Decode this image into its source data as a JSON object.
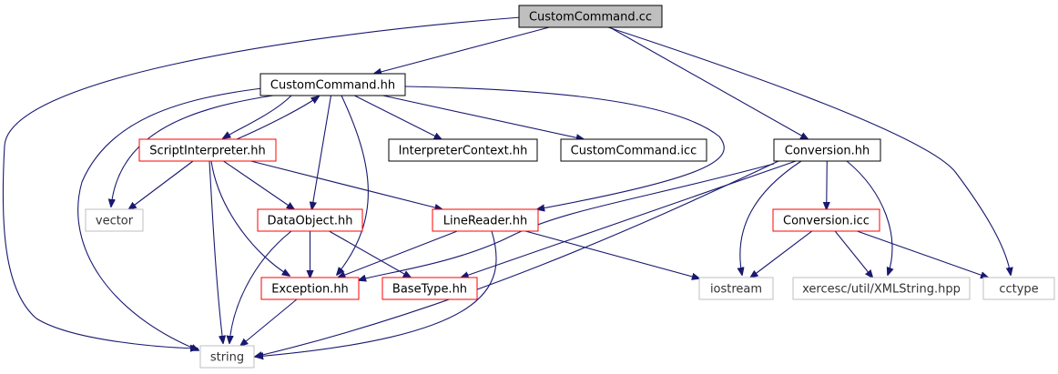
{
  "colors": {
    "root_fill": "#bfbfbf",
    "root_stroke": "#000000",
    "local_stroke": "#000000",
    "red_stroke": "#ff0000",
    "external_stroke": "#bfbfbf",
    "edge": "#191970"
  },
  "nodes": [
    {
      "id": "customcommand_cc",
      "label": "CustomCommand.cc",
      "style": "root"
    },
    {
      "id": "customcommand_hh",
      "label": "CustomCommand.hh",
      "style": "local"
    },
    {
      "id": "scriptinterpreter_hh",
      "label": "ScriptInterpreter.hh",
      "style": "red"
    },
    {
      "id": "interpretercontext_hh",
      "label": "InterpreterContext.hh",
      "style": "local"
    },
    {
      "id": "customcommand_icc",
      "label": "CustomCommand.icc",
      "style": "local"
    },
    {
      "id": "conversion_hh",
      "label": "Conversion.hh",
      "style": "local"
    },
    {
      "id": "vector",
      "label": "vector",
      "style": "external"
    },
    {
      "id": "dataobject_hh",
      "label": "DataObject.hh",
      "style": "red"
    },
    {
      "id": "linereader_hh",
      "label": "LineReader.hh",
      "style": "red"
    },
    {
      "id": "conversion_icc",
      "label": "Conversion.icc",
      "style": "red"
    },
    {
      "id": "exception_hh",
      "label": "Exception.hh",
      "style": "red"
    },
    {
      "id": "basetype_hh",
      "label": "BaseType.hh",
      "style": "red"
    },
    {
      "id": "iostream",
      "label": "iostream",
      "style": "external"
    },
    {
      "id": "xmlstring_hpp",
      "label": "xercesc/util/XMLString.hpp",
      "style": "external"
    },
    {
      "id": "cctype",
      "label": "cctype",
      "style": "external"
    },
    {
      "id": "string",
      "label": "string",
      "style": "external"
    }
  ],
  "edges": [
    {
      "from": "customcommand_cc",
      "to": "customcommand_hh"
    },
    {
      "from": "customcommand_cc",
      "to": "string"
    },
    {
      "from": "customcommand_cc",
      "to": "conversion_hh"
    },
    {
      "from": "customcommand_cc",
      "to": "cctype"
    },
    {
      "from": "customcommand_hh",
      "to": "scriptinterpreter_hh"
    },
    {
      "from": "scriptinterpreter_hh",
      "to": "customcommand_hh"
    },
    {
      "from": "customcommand_hh",
      "to": "vector"
    },
    {
      "from": "customcommand_hh",
      "to": "string"
    },
    {
      "from": "customcommand_hh",
      "to": "dataobject_hh"
    },
    {
      "from": "customcommand_hh",
      "to": "exception_hh"
    },
    {
      "from": "customcommand_hh",
      "to": "interpretercontext_hh"
    },
    {
      "from": "customcommand_hh",
      "to": "customcommand_icc"
    },
    {
      "from": "customcommand_hh",
      "to": "linereader_hh"
    },
    {
      "from": "scriptinterpreter_hh",
      "to": "vector"
    },
    {
      "from": "scriptinterpreter_hh",
      "to": "string"
    },
    {
      "from": "scriptinterpreter_hh",
      "to": "dataobject_hh"
    },
    {
      "from": "scriptinterpreter_hh",
      "to": "exception_hh"
    },
    {
      "from": "scriptinterpreter_hh",
      "to": "linereader_hh"
    },
    {
      "from": "dataobject_hh",
      "to": "string"
    },
    {
      "from": "dataobject_hh",
      "to": "exception_hh"
    },
    {
      "from": "dataobject_hh",
      "to": "basetype_hh"
    },
    {
      "from": "linereader_hh",
      "to": "exception_hh"
    },
    {
      "from": "linereader_hh",
      "to": "iostream"
    },
    {
      "from": "linereader_hh",
      "to": "string"
    },
    {
      "from": "exception_hh",
      "to": "string"
    },
    {
      "from": "conversion_hh",
      "to": "string"
    },
    {
      "from": "conversion_hh",
      "to": "exception_hh"
    },
    {
      "from": "conversion_hh",
      "to": "basetype_hh"
    },
    {
      "from": "conversion_hh",
      "to": "iostream"
    },
    {
      "from": "conversion_hh",
      "to": "conversion_icc"
    },
    {
      "from": "conversion_hh",
      "to": "xmlstring_hpp"
    },
    {
      "from": "conversion_icc",
      "to": "iostream"
    },
    {
      "from": "conversion_icc",
      "to": "xmlstring_hpp"
    },
    {
      "from": "conversion_icc",
      "to": "cctype"
    }
  ]
}
